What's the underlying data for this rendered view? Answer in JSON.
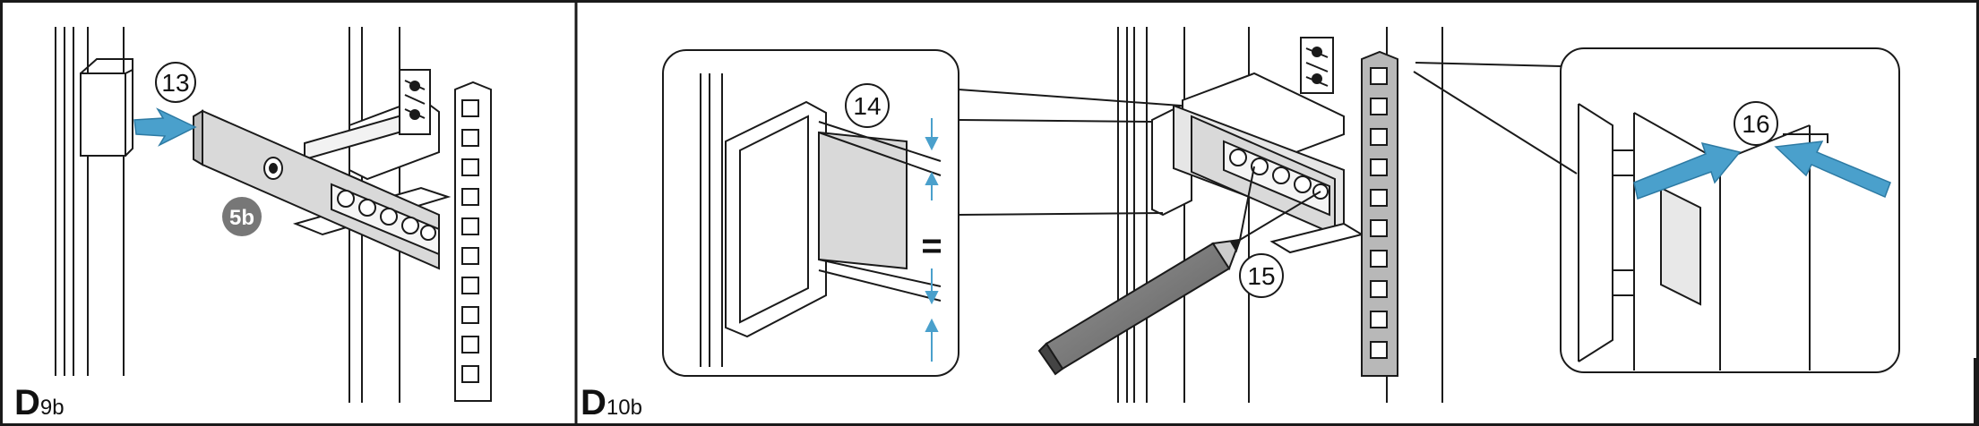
{
  "panels": [
    {
      "label_letter": "D",
      "label_sub": "9b",
      "callouts": {
        "step_13": "13",
        "badge_5b": "5b"
      }
    },
    {
      "label_letter": "D",
      "label_sub": "10b",
      "callouts": {
        "step_14": "14",
        "step_15": "15",
        "step_16": "16",
        "equal_sign": "="
      }
    }
  ],
  "colors": {
    "arrow_blue": "#4aa0cc",
    "badge_gray": "#777777",
    "plate_gray": "#d9d9d9",
    "line": "#1a1a1a"
  }
}
